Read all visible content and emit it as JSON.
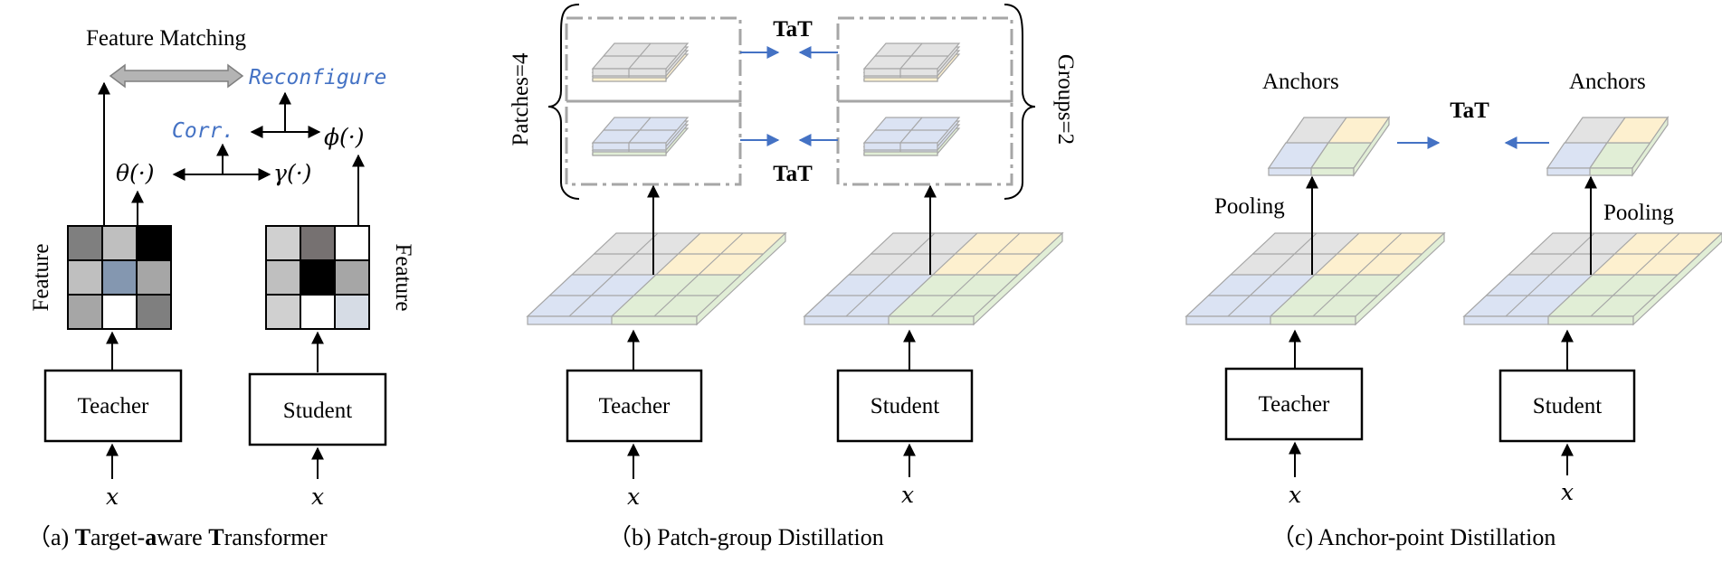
{
  "panel_a": {
    "feature_matching": "Feature Matching",
    "reconfigure": "Reconfigure",
    "corr": "Corr.",
    "theta": "θ(·)",
    "gamma": "γ(·)",
    "phi": "ϕ(·)",
    "feature_left": "Feature",
    "feature_right": "Feature",
    "teacher": "Teacher",
    "student": "Student",
    "x_left": "x",
    "x_right": "x",
    "caption_prefix": "（a) ",
    "caption_T": "T",
    "caption_arget": "arget-",
    "caption_a": "a",
    "caption_ware": "ware ",
    "caption_T2": "T",
    "caption_ransformer": "ransformer"
  },
  "panel_b": {
    "patches": "Patches=4",
    "groups": "Groups=2",
    "tat_top": "TaT",
    "tat_bottom": "TaT",
    "teacher": "Teacher",
    "student": "Student",
    "x_left": "x",
    "x_right": "x",
    "caption": "（b) Patch-group Distillation"
  },
  "panel_c": {
    "anchors_left": "Anchors",
    "anchors_right": "Anchors",
    "tat": "TaT",
    "pooling_left": "Pooling",
    "pooling_right": "Pooling",
    "teacher": "Teacher",
    "student": "Student",
    "x_left": "x",
    "x_right": "x",
    "caption": "（c) Anchor-point Distillation"
  },
  "colors": {
    "gray": "#e3e3e3",
    "blue": "#dbe3f3",
    "yellow": "#fdf0cf",
    "green": "#e1eed6",
    "arrow_blue": "#4472c4"
  }
}
